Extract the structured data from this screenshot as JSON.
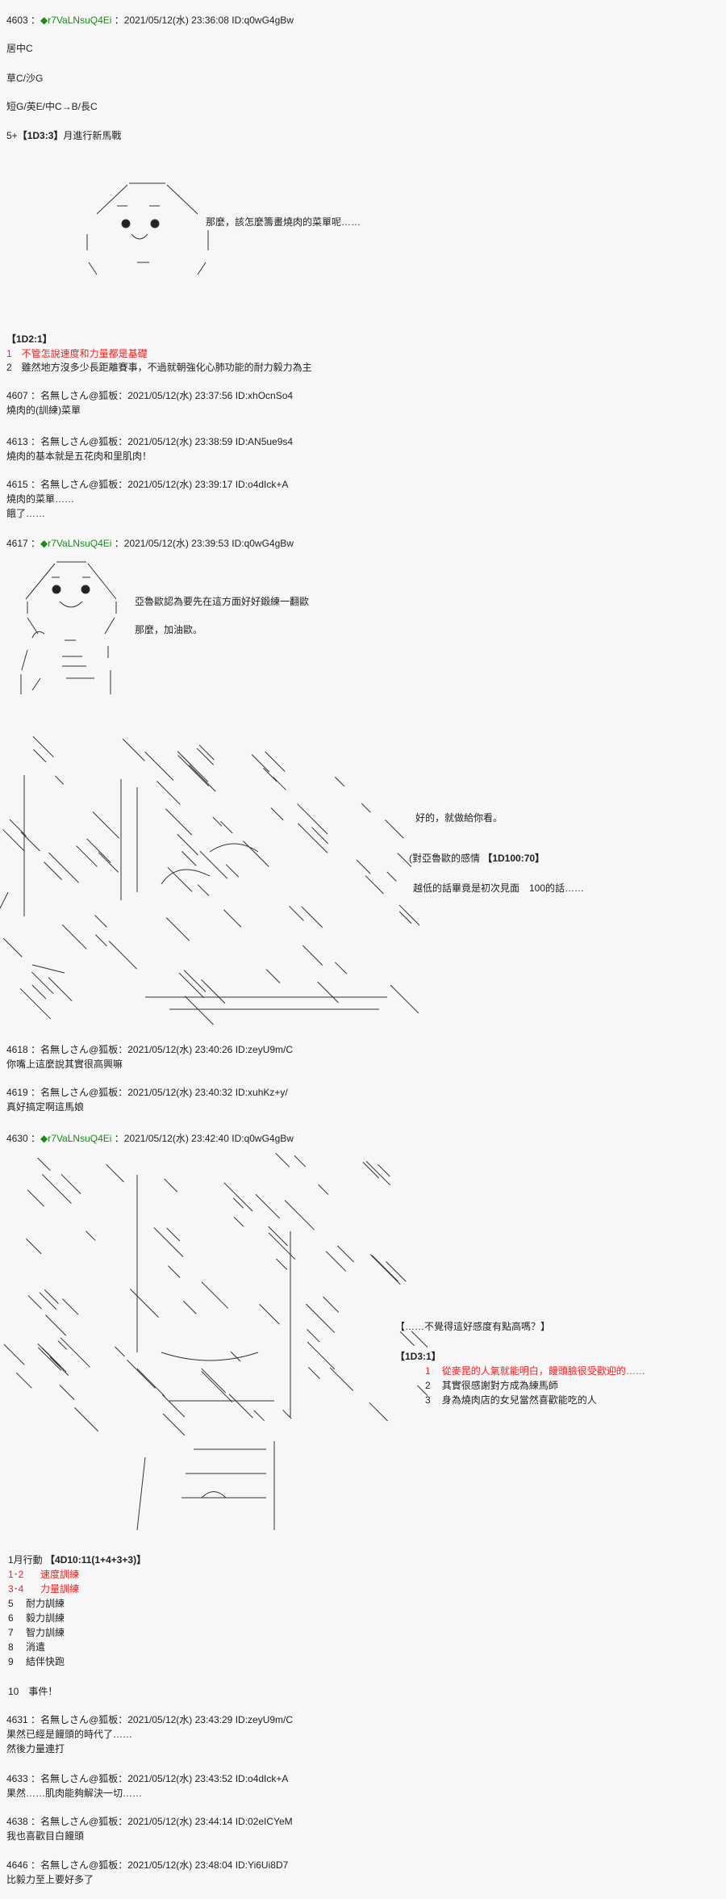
{
  "colors": {
    "trip": "#1a8a1a",
    "highlight": "#ff1a1a",
    "background": "#f7f7f7"
  },
  "posts": [
    {
      "num": "4603",
      "name": "◆r7VaLNsuQ4Ei",
      "date": "2021/05/12(水) 23:36:08",
      "id": "ID:q0wG4gBw",
      "lines": [
        "居中C",
        "草C/沙G",
        "短G/英E/中C→B/長C",
        "5+",
        "【1D3:3】",
        "月進行新馬戰"
      ],
      "aa_caption": "那麼，該怎麼籌畫燒肉的菜單呢……",
      "dice": {
        "title": "【1D2:1】",
        "options": [
          "1　不管怎說速度和力量都是基礎",
          "2　雖然地方沒多少長距離賽事，不過就朝強化心肺功能的耐力毅力為主"
        ]
      }
    },
    {
      "num": "4607",
      "name": "名無しさん@狐板",
      "date": "2021/05/12(水) 23:37:56",
      "id": "ID:xhOcnSo4",
      "lines": [
        "燒肉的(訓練)菜單"
      ]
    },
    {
      "num": "4613",
      "name": "名無しさん@狐板",
      "date": "2021/05/12(水) 23:38:59",
      "id": "ID:AN5ue9s4",
      "lines": [
        "燒肉的基本就是五花肉和里肌肉！"
      ]
    },
    {
      "num": "4615",
      "name": "名無しさん@狐板",
      "date": "2021/05/12(水) 23:39:17",
      "id": "ID:o4dIck+A",
      "lines": [
        "燒肉的菜單……",
        "餓了……"
      ]
    },
    {
      "num": "4617",
      "name": "◆r7VaLNsuQ4Ei",
      "date": "2021/05/12(水) 23:39:53",
      "id": "ID:q0wG4gBw",
      "aa_caption": [
        "亞魯歐認為要先在這方面好好鍛練一翻歐",
        "那麼，加油歐。"
      ],
      "aa2_caption": [
        "好的，就做給你看。",
        "(對亞魯歐的感情 ",
        "【1D100:70】",
        "越低的話畢竟是初次見面　100的話……"
      ]
    },
    {
      "num": "4618",
      "name": "名無しさん@狐板",
      "date": "2021/05/12(水) 23:40:26",
      "id": "ID:zeyU9m/C",
      "lines": [
        "你嘴上這麼說其實很高興嘛"
      ]
    },
    {
      "num": "4619",
      "name": "名無しさん@狐板",
      "date": "2021/05/12(水) 23:40:32",
      "id": "ID:xuhKz+y/",
      "lines": [
        "真好搞定啊這馬娘"
      ]
    },
    {
      "num": "4630",
      "name": "◆r7VaLNsuQ4Ei",
      "date": "2021/05/12(水) 23:42:40",
      "id": "ID:q0wG4gBw",
      "aa_caption": "【……不覺得這好感度有點高嗎？】",
      "dice": {
        "title": "【1D3:1】",
        "options": [
          {
            "n": "1",
            "t": "從麥昆的人氣就能明白，饅頭臉很受歡迎的……"
          },
          {
            "n": "2",
            "t": "其實很感謝對方成為練馬師"
          },
          {
            "n": "3",
            "t": "身為燒肉店的女兒當然喜歡能吃的人"
          }
        ]
      },
      "action": {
        "title": "1月行動 ",
        "roll": "【4D10:11(1+4+3+3)】",
        "items": [
          {
            "n": "1･2",
            "t": "速度訓練"
          },
          {
            "n": "3･4",
            "t": "力量訓練"
          },
          {
            "n": "5",
            "t": "耐力訓練"
          },
          {
            "n": "6",
            "t": "毅力訓練"
          },
          {
            "n": "7",
            "t": "智力訓練"
          },
          {
            "n": "8",
            "t": "消遣"
          },
          {
            "n": "9",
            "t": "結伴快跑"
          }
        ],
        "event": "10　事件！"
      }
    },
    {
      "num": "4631",
      "name": "名無しさん@狐板",
      "date": "2021/05/12(水) 23:43:29",
      "id": "ID:zeyU9m/C",
      "lines": [
        "果然已經是饅頭的時代了……",
        "然後力量連打"
      ]
    },
    {
      "num": "4633",
      "name": "名無しさん@狐板",
      "date": "2021/05/12(水) 23:43:52",
      "id": "ID:o4dIck+A",
      "lines": [
        "果然……肌肉能夠解決一切……"
      ]
    },
    {
      "num": "4638",
      "name": "名無しさん@狐板",
      "date": "2021/05/12(水) 23:44:14",
      "id": "ID:02eICYeM",
      "lines": [
        "我也喜歡目白饅頭"
      ]
    },
    {
      "num": "4646",
      "name": "名無しさん@狐板",
      "date": "2021/05/12(水) 23:48:04",
      "id": "ID:Yi6Ui8D7",
      "lines": [
        "比毅力至上要好多了"
      ]
    }
  ]
}
